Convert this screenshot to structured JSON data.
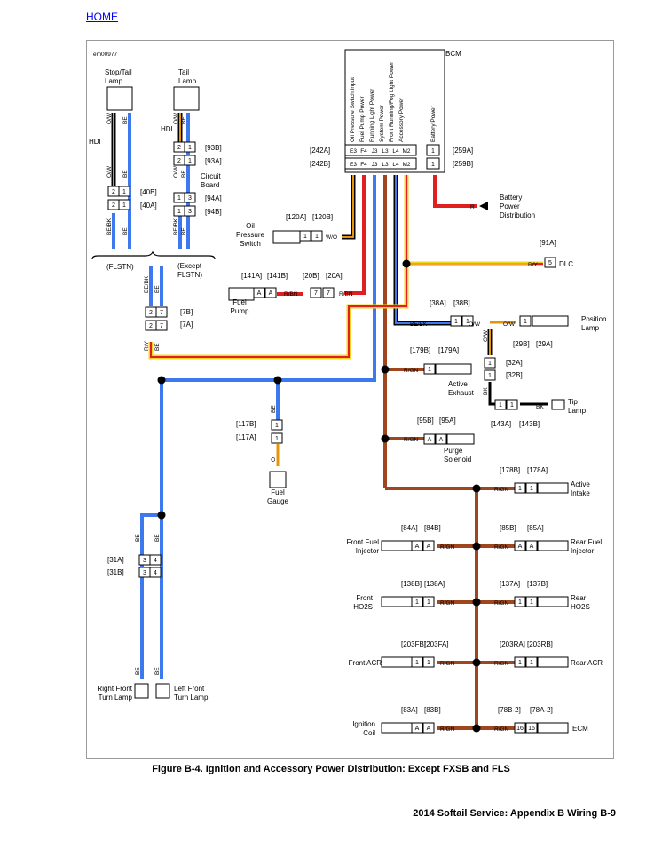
{
  "nav": {
    "home_label": "HOME"
  },
  "diagram": {
    "id_label": "em00977",
    "caption": "Figure B-4. Ignition and Accessory Power Distribution: Except FXSB and FLS",
    "footer": "2014 Softail Service:  Appendix B Wiring  B-9",
    "bcm": {
      "label": "BCM",
      "pin_labels": [
        "Oil Pressure Switch Input",
        "Fuel Pump Power",
        "Running Light Power",
        "System Power",
        "Front Running/Fog Light Power",
        "Accessory Power"
      ],
      "pins": [
        "E3",
        "F4",
        "J3",
        "L3",
        "L4",
        "M2"
      ],
      "battery_label": "Battery Power",
      "battery_pin": "1",
      "left_connectors": [
        "[242A]",
        "[242B]"
      ],
      "right_connectors": [
        "[259A]",
        "[259B]"
      ]
    },
    "colors": {
      "blue": "#3d78ee",
      "orange": "#e8940a",
      "red": "#e02020",
      "brown": "#a0461f",
      "black": "#000000",
      "yellow": "#f2d422"
    },
    "labels": {
      "stop_tail_lamp": [
        "Stop/Tail",
        "Lamp"
      ],
      "tail_lamp": [
        "Tail",
        "Lamp"
      ],
      "hdi": "HDI",
      "circuit_board": [
        "Circuit",
        "Board"
      ],
      "flstn": "(FLSTN)",
      "except_flstn": [
        "(Except",
        "FLSTN)"
      ],
      "oil_pressure_switch": [
        "Oil",
        "Pressure",
        "Switch"
      ],
      "fuel_pump": [
        "Fuel",
        "Pump"
      ],
      "battery_power_dist": [
        "Battery",
        "Power",
        "Distribution"
      ],
      "dlc": "DLC",
      "position_lamp": [
        "Position",
        "Lamp"
      ],
      "active_exhaust": [
        "Active",
        "Exhaust"
      ],
      "tip_lamp": [
        "Tip",
        "Lamp"
      ],
      "purge_solenoid": [
        "Purge",
        "Solenoid"
      ],
      "fuel_gauge": [
        "Fuel",
        "Gauge"
      ],
      "active_intake": [
        "Active",
        "Intake"
      ],
      "front_fuel_injector": [
        "Front Fuel",
        "Injector"
      ],
      "rear_fuel_injector": [
        "Rear Fuel",
        "Injector"
      ],
      "front_ho2s": [
        "Front",
        "HO2S"
      ],
      "rear_ho2s": [
        "Rear",
        "HO2S"
      ],
      "front_acr": "Front ACR",
      "rear_acr": "Rear ACR",
      "ignition_coil": [
        "Ignition",
        "Coil"
      ],
      "ecm": "ECM",
      "right_front_turn": [
        "Right Front",
        "Turn Lamp"
      ],
      "left_front_turn": [
        "Left Front",
        "Turn Lamp"
      ]
    },
    "connectors": {
      "c40": [
        "[40B]",
        "[40A]"
      ],
      "c93": [
        "[93B]",
        "[93A]"
      ],
      "c94": [
        "[94A]",
        "[94B]"
      ],
      "c120": [
        "[120A]",
        "[120B]"
      ],
      "c141": [
        "[141A]",
        "[141B]"
      ],
      "c20": [
        "[20B]",
        "[20A]"
      ],
      "c91": "[91A]",
      "c7": [
        "[7B]",
        "[7A]"
      ],
      "c38": [
        "[38A]",
        "[38B]"
      ],
      "c29": [
        "[29B]",
        "[29A]"
      ],
      "c32": [
        "[32A]",
        "[32B]"
      ],
      "c179": [
        "[179B]",
        "[179A]"
      ],
      "c143": [
        "[143A]",
        "[143B]"
      ],
      "c95": [
        "[95B]",
        "[95A]"
      ],
      "c117": [
        "[117B]",
        "[117A]"
      ],
      "c178": [
        "[178B]",
        "[178A]"
      ],
      "c84": [
        "[84A]",
        "[84B]"
      ],
      "c85": [
        "[85B]",
        "[85A]"
      ],
      "c138": [
        "[138B]",
        "[138A]"
      ],
      "c137": [
        "[137A]",
        "[137B]"
      ],
      "c203f": [
        "[203FB]",
        "[203FA]"
      ],
      "c203r": [
        "[203RA]",
        "[203RB]"
      ],
      "c83": [
        "[83A]",
        "[83B]"
      ],
      "c78": [
        "[78B-2]",
        "[78A-2]"
      ],
      "c31": [
        "[31A]",
        "[31B]"
      ]
    },
    "wire_codes": {
      "ow": "O/W",
      "be": "BE",
      "r": "R",
      "wo": "W/O",
      "rbn": "R/BN",
      "bebk": "BE/BK",
      "rgn": "R/GN",
      "ry": "R/Y",
      "bk": "BK",
      "o": "O"
    },
    "pin_text": {
      "p1": "1",
      "p2": "2",
      "p3": "3",
      "p4": "4",
      "p5": "5",
      "p7": "7",
      "p16": "16",
      "pa": "A"
    }
  }
}
